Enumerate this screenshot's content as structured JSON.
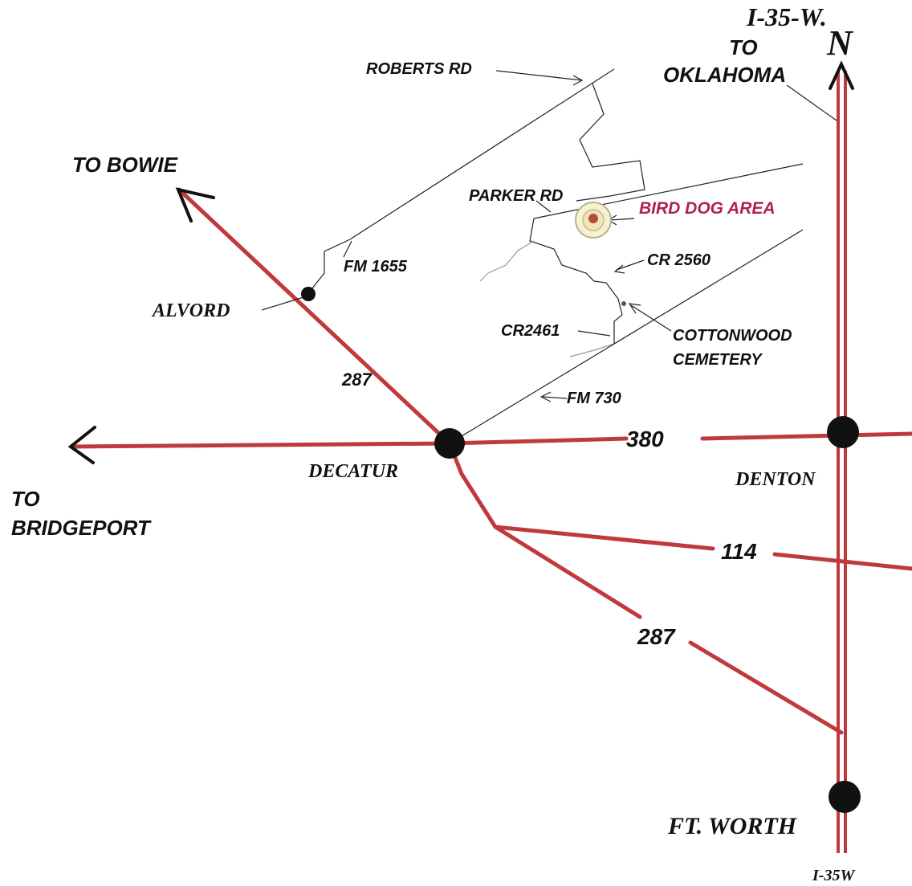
{
  "colors": {
    "highway": "#c0393b",
    "road": "#222222",
    "bird_dog": "#b0224a",
    "marker": "#111111"
  },
  "labels": {
    "interstate_north": "I-35-W.",
    "to": "TO",
    "oklahoma": "OKLAHOMA",
    "north": "N",
    "roberts_rd": "ROBERTS RD",
    "to_bowie": "TO BOWIE",
    "parker_rd": "PARKER RD",
    "bird_dog_area": "BIRD DOG AREA",
    "fm_1655": "FM 1655",
    "cr_2560": "CR 2560",
    "alvord": "ALVORD",
    "cottonwood": "COTTONWOOD",
    "cemetery": "CEMETERY",
    "cr_2461": "CR2461",
    "hwy_287_north": "287",
    "fm_730": "FM 730",
    "hwy_380": "380",
    "decatur": "DECATUR",
    "denton": "DENTON",
    "to_bridgeport_1": "TO",
    "to_bridgeport_2": "BRIDGEPORT",
    "hwy_114": "114",
    "hwy_287_south": "287",
    "ft_worth": "FT. WORTH",
    "interstate_south": "I-35W"
  }
}
